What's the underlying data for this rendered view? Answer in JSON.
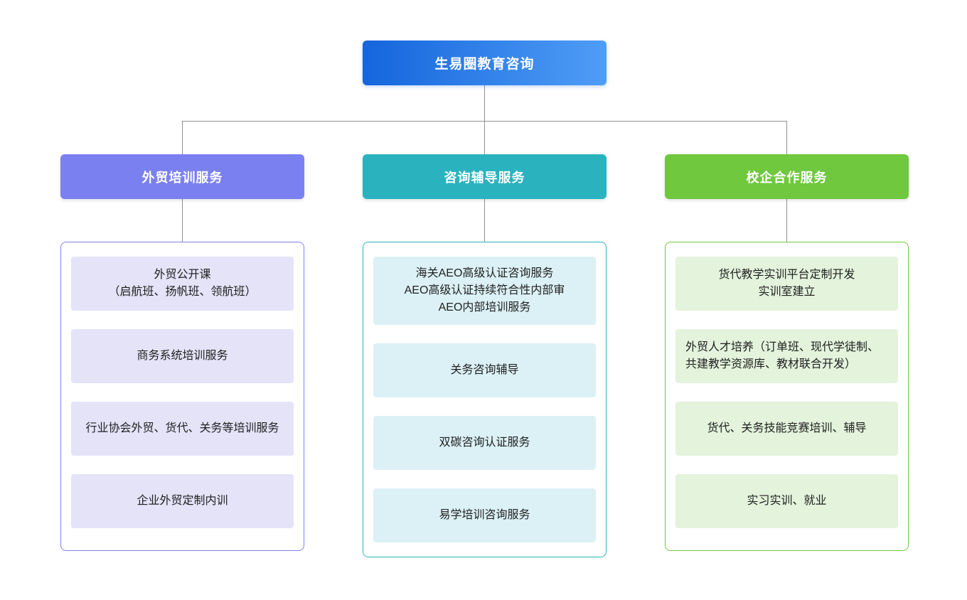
{
  "root": {
    "label": "生易圈教育咨询",
    "gradient_start": "#1565DD",
    "gradient_end": "#4F9DF6"
  },
  "connector_color": "#909090",
  "branches": [
    {
      "label": "外贸培训服务",
      "accent": "#7B80F0",
      "item_bg": "#E4E3F8",
      "items": [
        {
          "text": "外贸公开课\n（启航班、扬帆班、领航班）"
        },
        {
          "text": "商务系统培训服务"
        },
        {
          "text": "行业协会外贸、货代、关务等培训服务"
        },
        {
          "text": "企业外贸定制内训"
        }
      ]
    },
    {
      "label": "咨询辅导服务",
      "accent": "#2AB3BF",
      "item_bg": "#DCF1F5",
      "items": [
        {
          "text": "海关AEO高级认证咨询服务\nAEO高级认证持续符合性内部审\nAEO内部培训服务"
        },
        {
          "text": "关务咨询辅导"
        },
        {
          "text": "双碳咨询认证服务"
        },
        {
          "text": "易学培训咨询服务"
        }
      ]
    },
    {
      "label": "校企合作服务",
      "accent": "#6FC83E",
      "item_bg": "#E3F3DC",
      "items": [
        {
          "text": "货代教学实训平台定制开发\n实训室建立"
        },
        {
          "text": "外贸人才培养（订单班、现代学徒制、共建教学资源库、教材联合开发）",
          "align": "left"
        },
        {
          "text": "货代、关务技能竞赛培训、辅导"
        },
        {
          "text": "实习实训、就业"
        }
      ]
    }
  ]
}
